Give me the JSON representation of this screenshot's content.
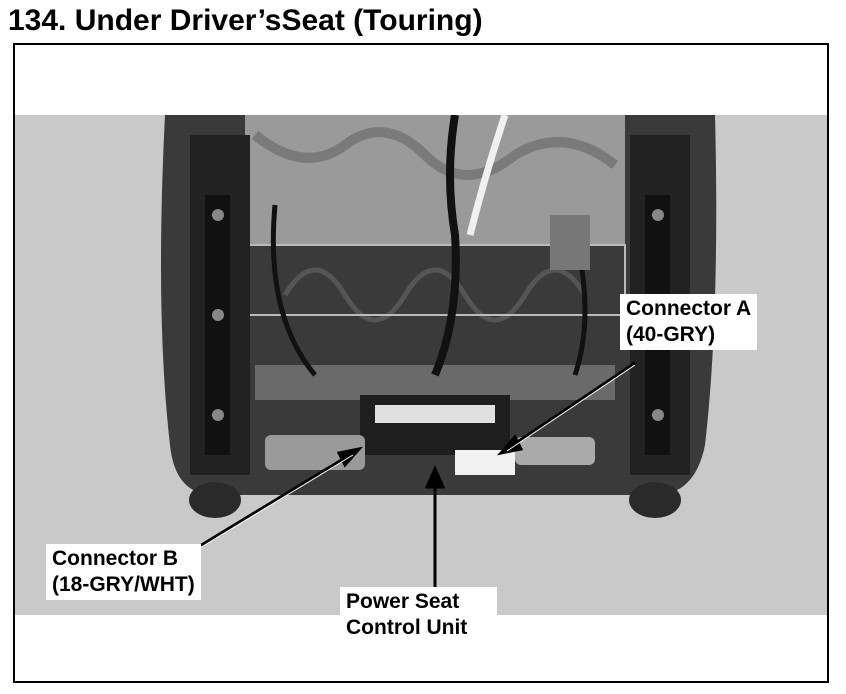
{
  "page": {
    "title": "134. Under Driver’sSeat (Touring)"
  },
  "callouts": {
    "connector_a": {
      "line1": "Connector A",
      "line2": "(40-GRY)"
    },
    "connector_b": {
      "line1": "Connector B",
      "line2": "(18-GRY/WHT)"
    },
    "control_unit": {
      "line1": "Power Seat",
      "line2": "Control Unit"
    }
  }
}
